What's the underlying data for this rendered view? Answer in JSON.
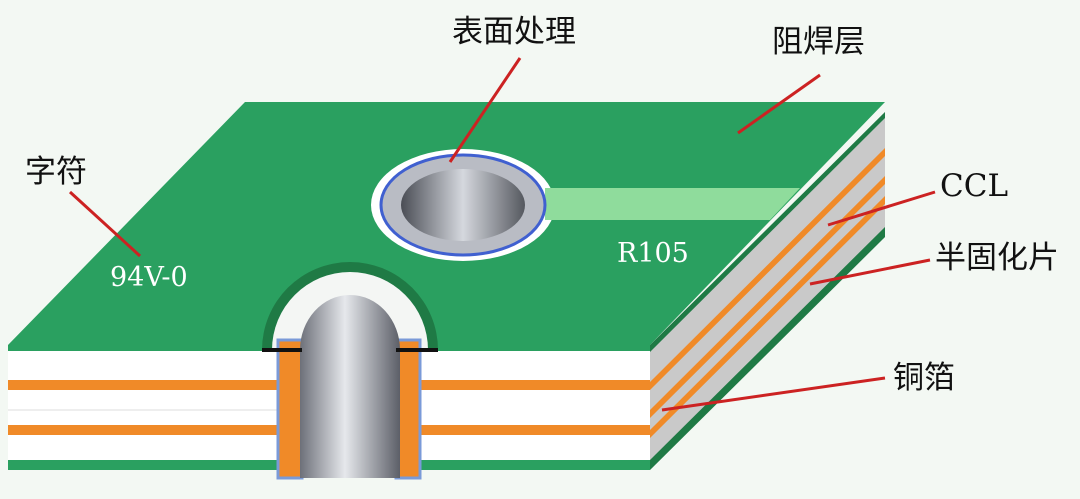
{
  "diagram": {
    "labels": {
      "surface_finish": "表面处理",
      "solder_mask": "阻焊层",
      "legend": "字符",
      "ccl": "CCL",
      "prepreg": "半固化片",
      "copper_foil": "铜箔"
    },
    "board_markings": {
      "flammability": "94V-0",
      "designator": "R105"
    }
  },
  "colors": {
    "solder_mask": "#2aa060",
    "solder_mask_side": "#1f7a45",
    "copper": "#f08a28",
    "substrate": "#ffffff",
    "substrate_side": "#c8c8c8",
    "trace": "#8fdc9c",
    "leader_line": "#cc2222",
    "via_barrel": "#9a9ea8",
    "via_outline": "#4060d0"
  }
}
